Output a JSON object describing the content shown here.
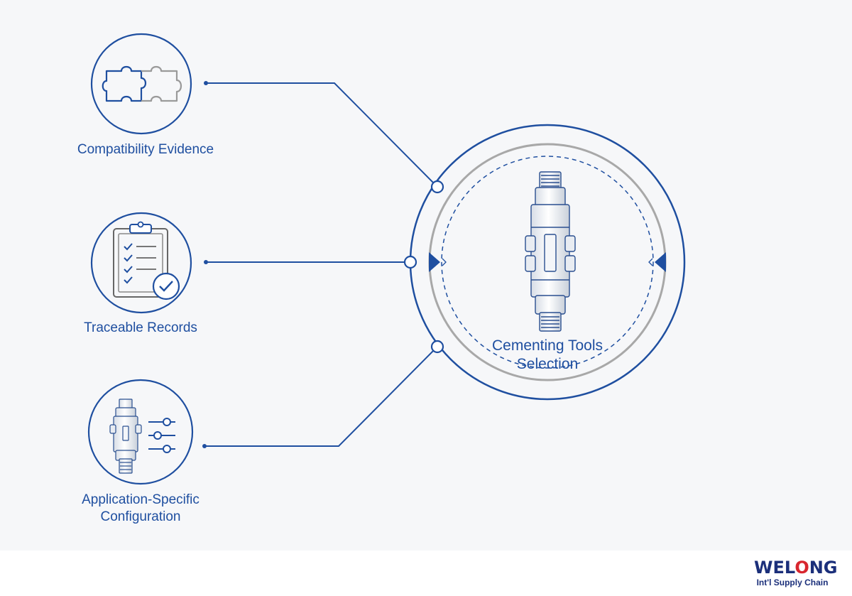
{
  "center": {
    "label_line1": "Cementing Tools",
    "label_line2": "Selection"
  },
  "nodes": [
    {
      "label": "Compatibility Evidence",
      "icon": "puzzle-icon"
    },
    {
      "label": "Traceable Records",
      "icon": "clipboard-checklist-icon"
    },
    {
      "label_line1": "Application-Specific",
      "label_line2": "Configuration",
      "icon": "tool-config-icon"
    }
  ],
  "logo": {
    "word_part1": "WEL",
    "word_part2": "O",
    "word_part3": "NG",
    "tagline": "Int'l Supply Chain"
  },
  "colors": {
    "primary_blue": "#1f4fa0",
    "gray": "#a8a8a8",
    "logo_navy": "#1b2f7a",
    "logo_red": "#d8262e",
    "background": "#f6f7f9"
  }
}
